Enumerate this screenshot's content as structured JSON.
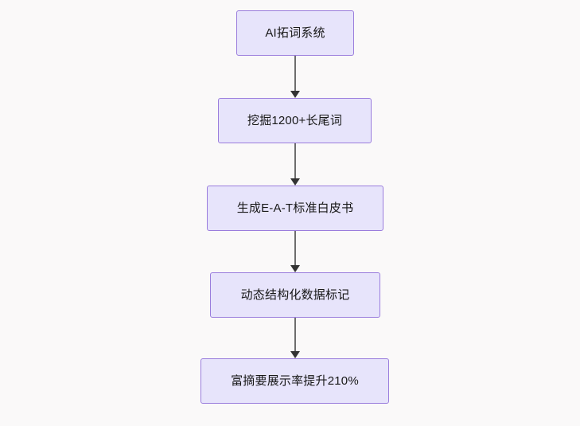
{
  "diagram": {
    "type": "flowchart",
    "direction": "top-to-bottom",
    "background_color": "#faf9f9",
    "node_fill_color": "#e7e4fb",
    "node_border_color": "#9a7ddd",
    "edge_color": "#6e6e6e",
    "arrowhead_color": "#333333",
    "nodes": [
      {
        "id": "n1",
        "label": "AI拓词系统"
      },
      {
        "id": "n2",
        "label": "挖掘1200+长尾词"
      },
      {
        "id": "n3",
        "label": "生成E-A-T标准白皮书"
      },
      {
        "id": "n4",
        "label": "动态结构化数据标记"
      },
      {
        "id": "n5",
        "label": "富摘要展示率提升210%"
      }
    ],
    "edges": [
      {
        "from": "n1",
        "to": "n2",
        "label": ""
      },
      {
        "from": "n2",
        "to": "n3",
        "label": ""
      },
      {
        "from": "n3",
        "to": "n4",
        "label": ""
      },
      {
        "from": "n4",
        "to": "n5",
        "label": ""
      }
    ]
  }
}
